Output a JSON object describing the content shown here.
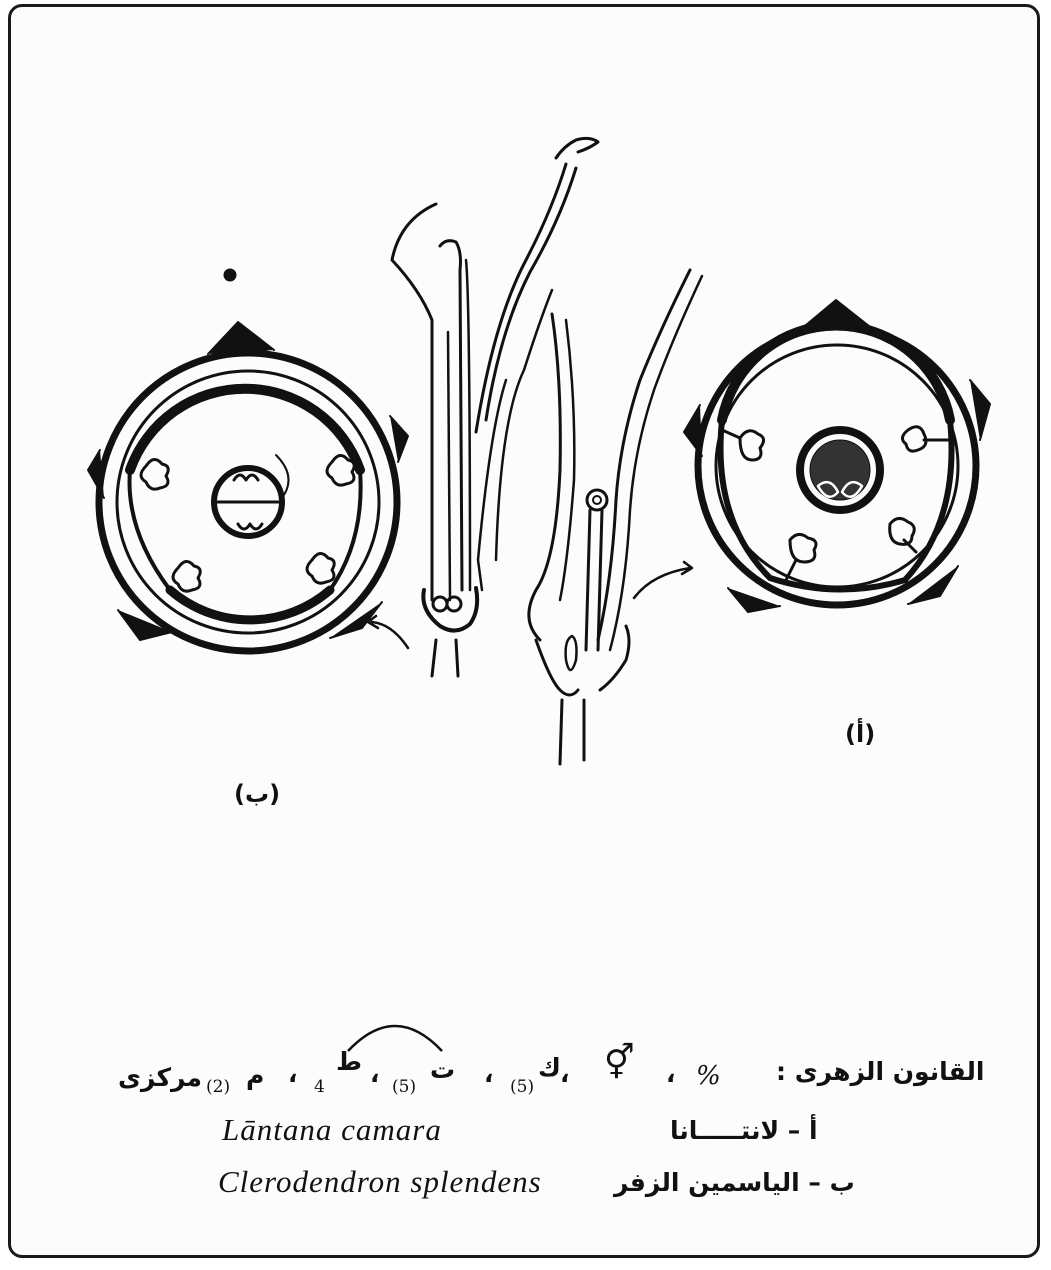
{
  "labels": {
    "panel_a": "(أ)",
    "panel_b": "(ب)"
  },
  "formula": {
    "title": "القانون الزهرى :",
    "symmetry": "%",
    "sex_symbol": "⚥",
    "calyx": "ك",
    "calyx_count": "(5)",
    "corolla": "ت",
    "corolla_count": "(5)",
    "stamens": "ط",
    "stamens_count": "4",
    "carpels": "م",
    "carpels_count": "(2)",
    "ovary": "مركزى",
    "separator": "،"
  },
  "species": [
    {
      "arabic": "أ – لانتـــــانا",
      "latin": "Lāntana  camara"
    },
    {
      "arabic": "ب – الياسمين الزفر",
      "latin": "Clerodendron  splendens"
    }
  ]
}
